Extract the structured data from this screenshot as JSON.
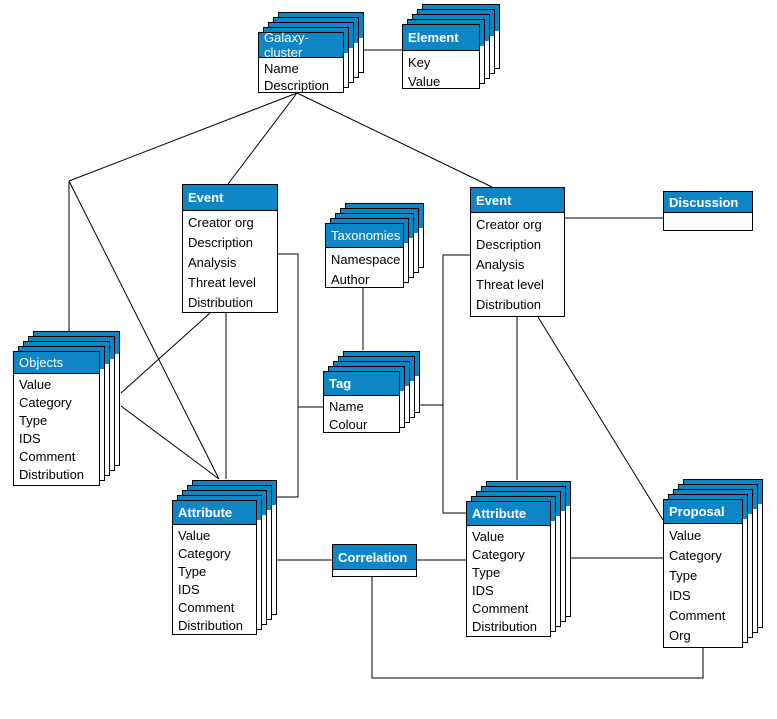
{
  "diagram": {
    "colors": {
      "header_bg": "#0E86C6",
      "header_text": "#FFFFFF",
      "body_text": "#000000",
      "border": "#000000",
      "line": "#000000",
      "background": "#FFFFFF"
    },
    "nodes": {
      "galaxy_cluster": {
        "label": "Galaxy-cluster",
        "rows": [
          "Name",
          "Description"
        ]
      },
      "element": {
        "label": "Element",
        "rows": [
          "Key",
          "Value"
        ]
      },
      "event_left": {
        "label": "Event",
        "rows": [
          "Creator org",
          "Description",
          "Analysis",
          "Threat level",
          "Distribution"
        ]
      },
      "event_right": {
        "label": "Event",
        "rows": [
          "Creator org",
          "Description",
          "Analysis",
          "Threat level",
          "Distribution"
        ]
      },
      "discussion": {
        "label": "Discussion",
        "rows": []
      },
      "taxonomies": {
        "label": "Taxonomies",
        "rows": [
          "Namespace",
          "Author"
        ]
      },
      "objects": {
        "label": "Objects",
        "rows": [
          "Value",
          "Category",
          "Type",
          "IDS",
          "Comment",
          "Distribution"
        ]
      },
      "tag": {
        "label": "Tag",
        "rows": [
          "Name",
          "Colour"
        ]
      },
      "attribute_left": {
        "label": "Attribute",
        "rows": [
          "Value",
          "Category",
          "Type",
          "IDS",
          "Comment",
          "Distribution"
        ]
      },
      "correlation": {
        "label": "Correlation",
        "rows": []
      },
      "attribute_right": {
        "label": "Attribute",
        "rows": [
          "Value",
          "Category",
          "Type",
          "IDS",
          "Comment",
          "Distribution"
        ]
      },
      "proposal": {
        "label": "Proposal",
        "rows": [
          "Value",
          "Category",
          "Type",
          "IDS",
          "Comment",
          "Org"
        ]
      }
    }
  }
}
